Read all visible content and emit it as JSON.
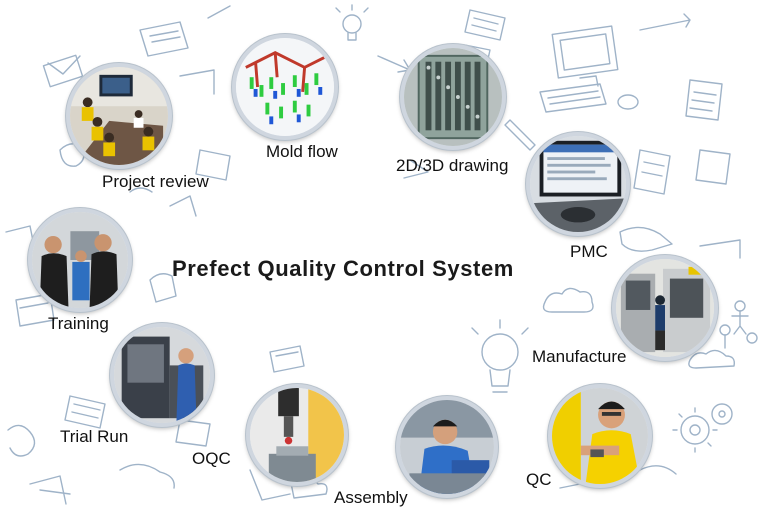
{
  "title": "Prefect Quality Control System",
  "stages": [
    {
      "id": "project-review",
      "label": "Project review",
      "photo": "meeting-photo"
    },
    {
      "id": "mold-flow",
      "label": "Mold flow",
      "photo": "mold-flow-simulation"
    },
    {
      "id": "drawing",
      "label": "2D/3D drawing",
      "photo": "cad-drawing"
    },
    {
      "id": "pmc",
      "label": "PMC",
      "photo": "computer-screen-photo"
    },
    {
      "id": "manufacture",
      "label": "Manufacture",
      "photo": "machining-center-photo"
    },
    {
      "id": "qc",
      "label": "QC",
      "photo": "inspection-worker-photo"
    },
    {
      "id": "assembly",
      "label": "Assembly",
      "photo": "assembly-worker-photo"
    },
    {
      "id": "oqc",
      "label": "OQC",
      "photo": "measuring-probe-photo"
    },
    {
      "id": "trial-run",
      "label": "Trial Run",
      "photo": "injection-machine-photo"
    },
    {
      "id": "training",
      "label": "Training",
      "photo": "training-session-photo"
    }
  ],
  "colors": {
    "line_art": "#9fb3c8",
    "ring": "#cfd6df",
    "text": "#111111"
  }
}
